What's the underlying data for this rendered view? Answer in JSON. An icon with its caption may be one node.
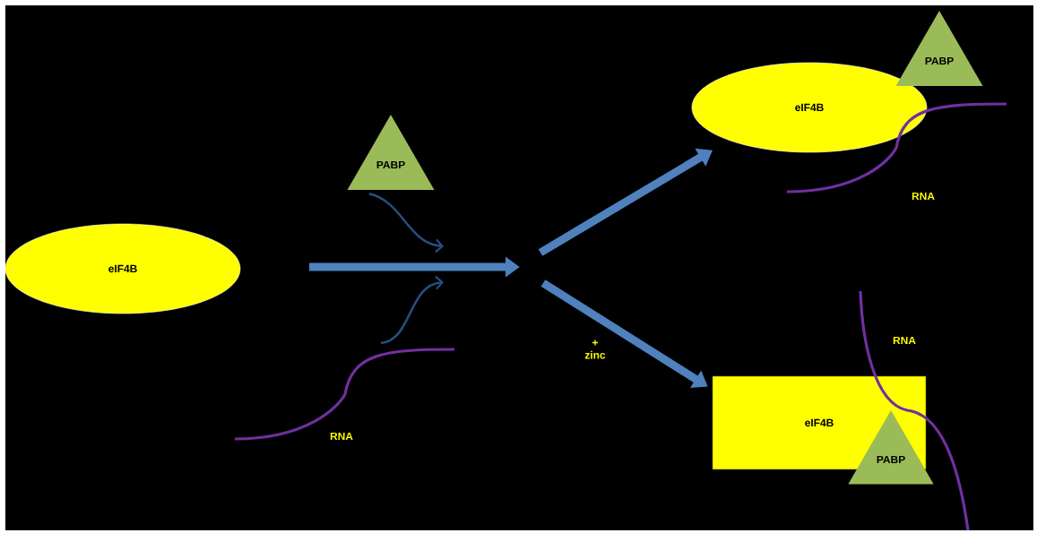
{
  "diagram": {
    "nodes": [
      {
        "text": [
          "eIF4B"
        ]
      },
      {
        "text": [
          "PABP"
        ]
      },
      {
        "text": [
          "RNA"
        ]
      },
      {
        "text": [
          "eIF4B"
        ]
      },
      {
        "text": [
          "PABP"
        ]
      },
      {
        "text": [
          "RNA"
        ]
      },
      {
        "text": [
          "eIF4B"
        ]
      },
      {
        "text": [
          "PABP"
        ]
      },
      {
        "text": [
          "RNA"
        ]
      }
    ],
    "edges": [
      {
        "from": null,
        "to": 3,
        "arrow": "to",
        "style": "thick"
      },
      {
        "from": null,
        "to": 6,
        "arrow": "to",
        "style": "thick",
        "label": "+ zinc"
      },
      {
        "from": 1,
        "to": null,
        "arrow": "to",
        "color": "#24507f"
      },
      {
        "from": 2,
        "to": null,
        "arrow": "to",
        "color": "#24507f"
      }
    ]
  }
}
